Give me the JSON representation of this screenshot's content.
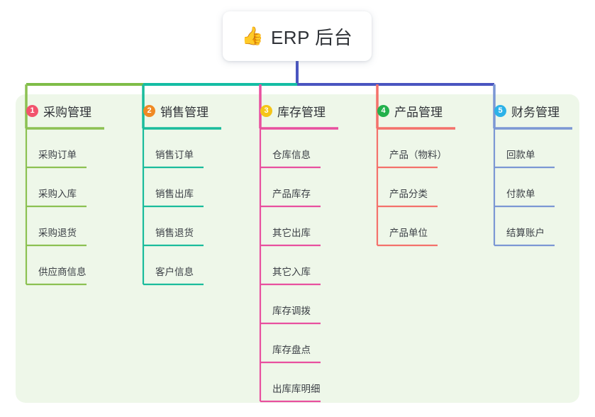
{
  "root": {
    "icon": "thumbs-up-emoji",
    "icon_glyph": "👍",
    "title": "ERP 后台"
  },
  "colors": {
    "panel_bg": "#eef7e9",
    "root_stem": "#4a55c0",
    "trunk_left": "#7fbd48",
    "trunk_mid": "#14bda4",
    "trunk_right": "#4a55c0",
    "text": "#2f3237"
  },
  "columns": [
    {
      "index": "1",
      "badge_color": "#f2536d",
      "line_color": "#8cc152",
      "title": "采购管理",
      "leaves": [
        {
          "label": "采购订单"
        },
        {
          "label": "采购入库"
        },
        {
          "label": "采购退货"
        },
        {
          "label": "供应商信息"
        }
      ]
    },
    {
      "index": "2",
      "badge_color": "#f08a24",
      "line_color": "#1abc9c",
      "title": "销售管理",
      "leaves": [
        {
          "label": "销售订单"
        },
        {
          "label": "销售出库"
        },
        {
          "label": "销售退货"
        },
        {
          "label": "客户信息"
        }
      ]
    },
    {
      "index": "3",
      "badge_color": "#f5c518",
      "line_color": "#e8509f",
      "title": "库存管理",
      "leaves": [
        {
          "label": "仓库信息"
        },
        {
          "label": "产品库存"
        },
        {
          "label": "其它出库"
        },
        {
          "label": "其它入库"
        },
        {
          "label": "库存调拨"
        },
        {
          "label": "库存盘点"
        },
        {
          "label": "出库库明细"
        }
      ]
    },
    {
      "index": "4",
      "badge_color": "#22b14c",
      "line_color": "#f4716b",
      "title": "产品管理",
      "leaves": [
        {
          "label": "产品（物料）"
        },
        {
          "label": "产品分类"
        },
        {
          "label": "产品单位"
        }
      ]
    },
    {
      "index": "5",
      "badge_color": "#2cb2e8",
      "line_color": "#7b97d4",
      "title": "财务管理",
      "leaves": [
        {
          "label": "回款单"
        },
        {
          "label": "付款单"
        },
        {
          "label": "结算账户"
        }
      ]
    }
  ]
}
